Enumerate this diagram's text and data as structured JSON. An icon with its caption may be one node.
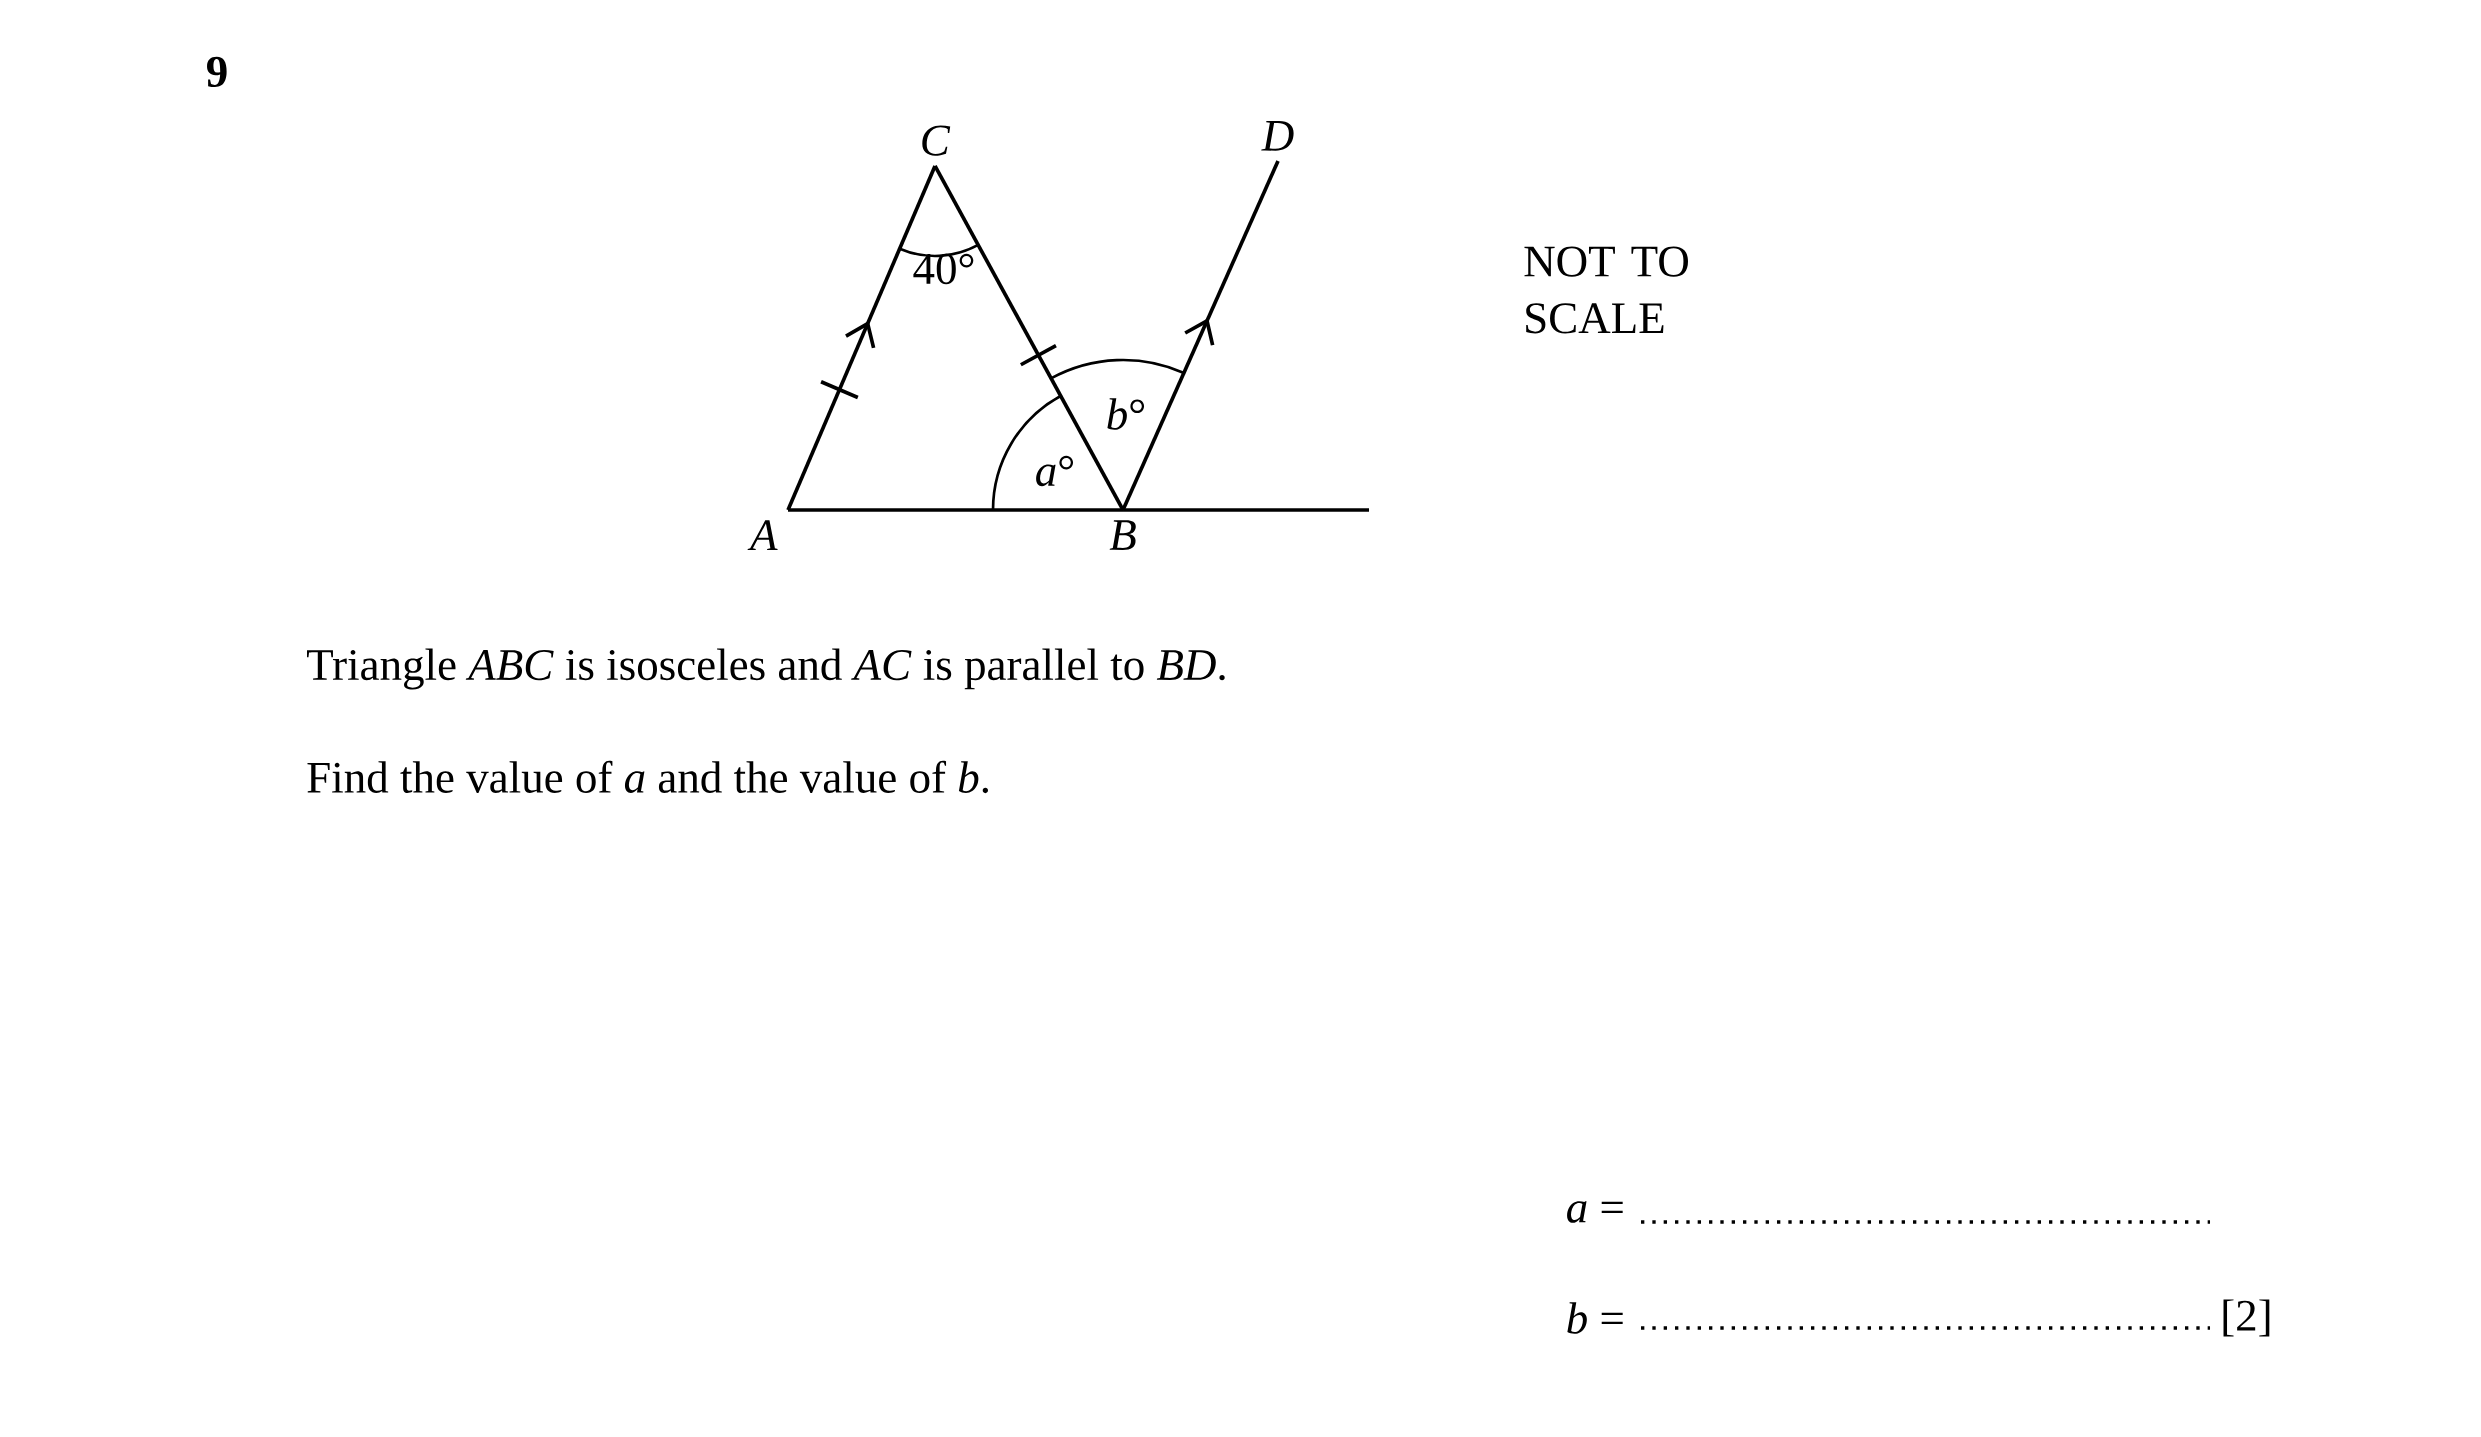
{
  "diagram": {
    "nodes": [
      {
        "text": [
          "*C*"
        ]
      },
      {
        "text": [
          "*D*"
        ]
      },
      {
        "text": [
          "*A*"
        ]
      },
      {
        "text": [
          "*B*"
        ]
      }
    ],
    "edges": [
      {
        "from": 2,
        "to": 0,
        "arrow": "to"
      },
      {
        "from": 0,
        "to": 3,
        "arrow": "none"
      },
      {
        "from": 2,
        "to": 3,
        "arrow": "none"
      },
      {
        "from": 3,
        "to": 1,
        "arrow": "to"
      },
      {
        "from": 3,
        "to": null,
        "arrow": "none"
      }
    ],
    "labels": [
      "9",
      "40°",
      "*b*°",
      "*a*°",
      "NOT TO SCALE",
      "Triangle *ABC* is isosceles and *AC* is parallel to *BD*.",
      "Find the value of *a* and the value of *b*.",
      "*a* =",
      "*b* =",
      "[2]"
    ]
  }
}
